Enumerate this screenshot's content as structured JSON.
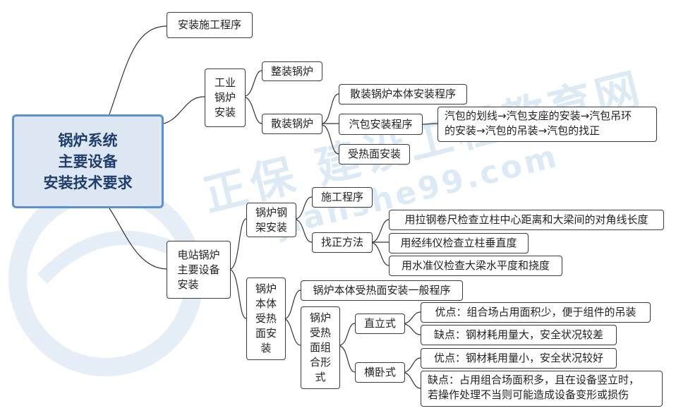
{
  "root": {
    "lines": [
      "锅炉系统",
      "主要设备",
      "安装技术要求"
    ]
  },
  "watermark": {
    "brand": "正保",
    "site_name": "建设工程教育网",
    "url": "jianshe99.com"
  },
  "nodes": {
    "a1": "安装施工程序",
    "a2": [
      "工业",
      "锅炉",
      "安装"
    ],
    "a2_1": "整装锅炉",
    "a2_2": "散装锅炉",
    "a2_2_1": "散装锅炉本体安装程序",
    "a2_2_2": "汽包安装程序",
    "a2_2_2_note": [
      "汽包的划线→汽包支座的安装→汽包吊环",
      "的安装→汽包的吊装→汽包的找正"
    ],
    "a2_2_3": "受热面安装",
    "a3": [
      "电站锅炉",
      "主要设备",
      "安装"
    ],
    "a3_1": [
      "锅炉钢",
      "架安装"
    ],
    "a3_1_1": "施工程序",
    "a3_1_2": "找正方法",
    "a3_1_2_1": "用拉钢卷尺检查立柱中心距离和大梁间的对角线长度",
    "a3_1_2_2": "用经纬仪检查立柱垂直度",
    "a3_1_2_3": "用水准仪检查大梁水平度和挠度",
    "a3_2": [
      "锅炉",
      "本体",
      "受热",
      "面安",
      "装"
    ],
    "a3_2_1": "锅炉本体受热面安装一般程序",
    "a3_2_2": [
      "锅炉",
      "受热",
      "面组",
      "合形",
      "式"
    ],
    "a3_2_2_1": "直立式",
    "a3_2_2_1_pro": "优点：组合场占用面积少，便于组件的吊装",
    "a3_2_2_1_con": "缺点：钢材耗用量大，安全状况较差",
    "a3_2_2_2": "横卧式",
    "a3_2_2_2_pro": "优点：钢材耗用量小，安全状况较好",
    "a3_2_2_2_con": [
      "缺点：占用组合场面积多，且在设备竖立时，",
      "若操作处理不当则可能造成设备变形或损伤"
    ]
  },
  "colors": {
    "root_fill": "#dde7f4",
    "root_border": "#5b8fd3",
    "root_text": "#1f3d6e",
    "line": "#333333"
  }
}
